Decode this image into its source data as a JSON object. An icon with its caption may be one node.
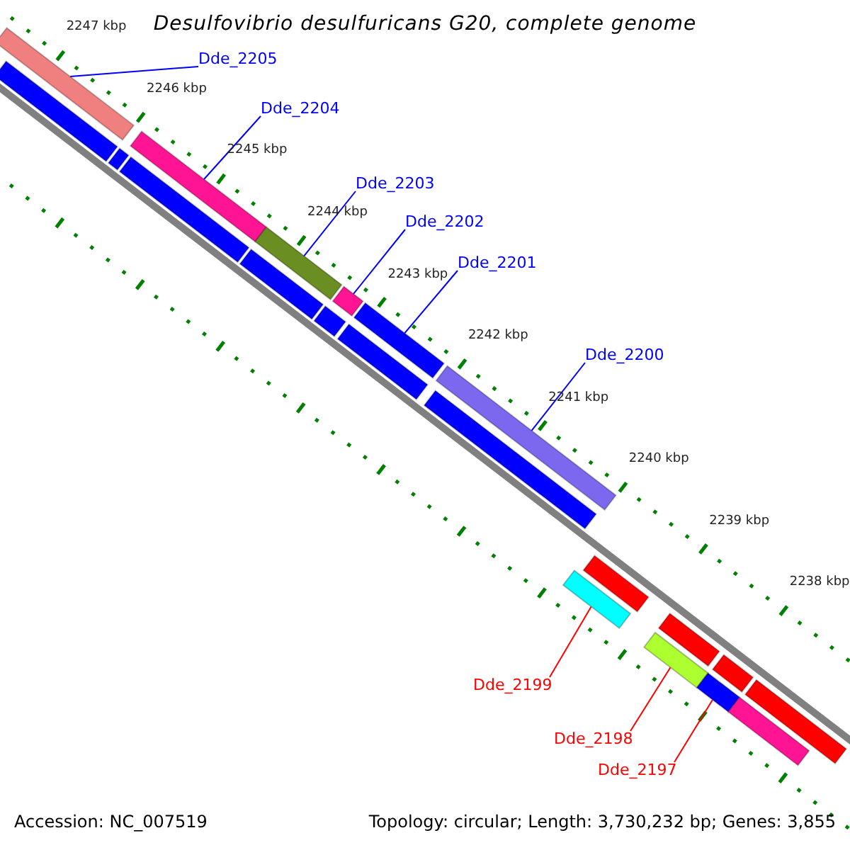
{
  "diagram": {
    "title": "Desulfovibrio desulfuricans G20, complete genome",
    "nodes": [
      {
        "text": [
          "Dde_2205"
        ]
      },
      {
        "text": [
          "Dde_2204"
        ]
      },
      {
        "text": [
          "Dde_2203"
        ]
      },
      {
        "text": [
          "Dde_2202"
        ]
      },
      {
        "text": [
          "Dde_2201"
        ]
      },
      {
        "text": [
          "Dde_2200"
        ]
      },
      {
        "text": [
          "Dde_2199"
        ]
      },
      {
        "text": [
          "Dde_2198"
        ]
      },
      {
        "text": [
          "Dde_2197"
        ]
      },
      {
        "text": [],
        "shape": "bar"
      },
      {
        "text": [],
        "shape": "bar"
      },
      {
        "text": [],
        "shape": "bar"
      },
      {
        "text": [],
        "shape": "bar"
      },
      {
        "text": [],
        "shape": "bar"
      },
      {
        "text": [],
        "shape": "bar"
      },
      {
        "text": [],
        "shape": "bar"
      },
      {
        "text": [],
        "shape": "bar"
      },
      {
        "text": [],
        "shape": "bar"
      },
      {
        "text": [],
        "shape": "bar"
      },
      {
        "text": [],
        "shape": "bar"
      },
      {
        "text": [],
        "shape": "bar"
      },
      {
        "text": [],
        "shape": "bar"
      },
      {
        "text": [],
        "shape": "bar"
      },
      {
        "text": [],
        "shape": "bar"
      },
      {
        "text": [],
        "shape": "bar"
      },
      {
        "text": [],
        "shape": "bar"
      },
      {
        "text": [],
        "shape": "bar"
      },
      {
        "text": [],
        "shape": "bar"
      },
      {
        "text": [],
        "shape": "bar"
      },
      {
        "text": [],
        "shape": "bar"
      }
    ],
    "edges": [
      {
        "from": 0,
        "to": 9,
        "arrow": "none"
      },
      {
        "from": 1,
        "to": 10,
        "arrow": "none"
      },
      {
        "from": 2,
        "to": 11,
        "arrow": "none"
      },
      {
        "from": 3,
        "to": 12,
        "arrow": "none"
      },
      {
        "from": 4,
        "to": 13,
        "arrow": "none"
      },
      {
        "from": 5,
        "to": 14,
        "arrow": "none"
      },
      {
        "from": 6,
        "to": 15,
        "arrow": "none",
        "color": "#ff0000"
      },
      {
        "from": 7,
        "to": 16,
        "arrow": "none",
        "color": "#ff0000"
      },
      {
        "from": 8,
        "to": 17,
        "arrow": "none",
        "color": "#ff0000"
      }
    ],
    "labels": [
      "2247 kbp",
      "2246 kbp",
      "2245 kbp",
      "2244 kbp",
      "2243 kbp",
      "2242 kbp",
      "2241 kbp",
      "2240 kbp",
      "2239 kbp",
      "2238 kbp",
      "Accession: NC_007519",
      "Topology: circular; Length: 3,730,232 bp; Genes: 3,855"
    ]
  }
}
